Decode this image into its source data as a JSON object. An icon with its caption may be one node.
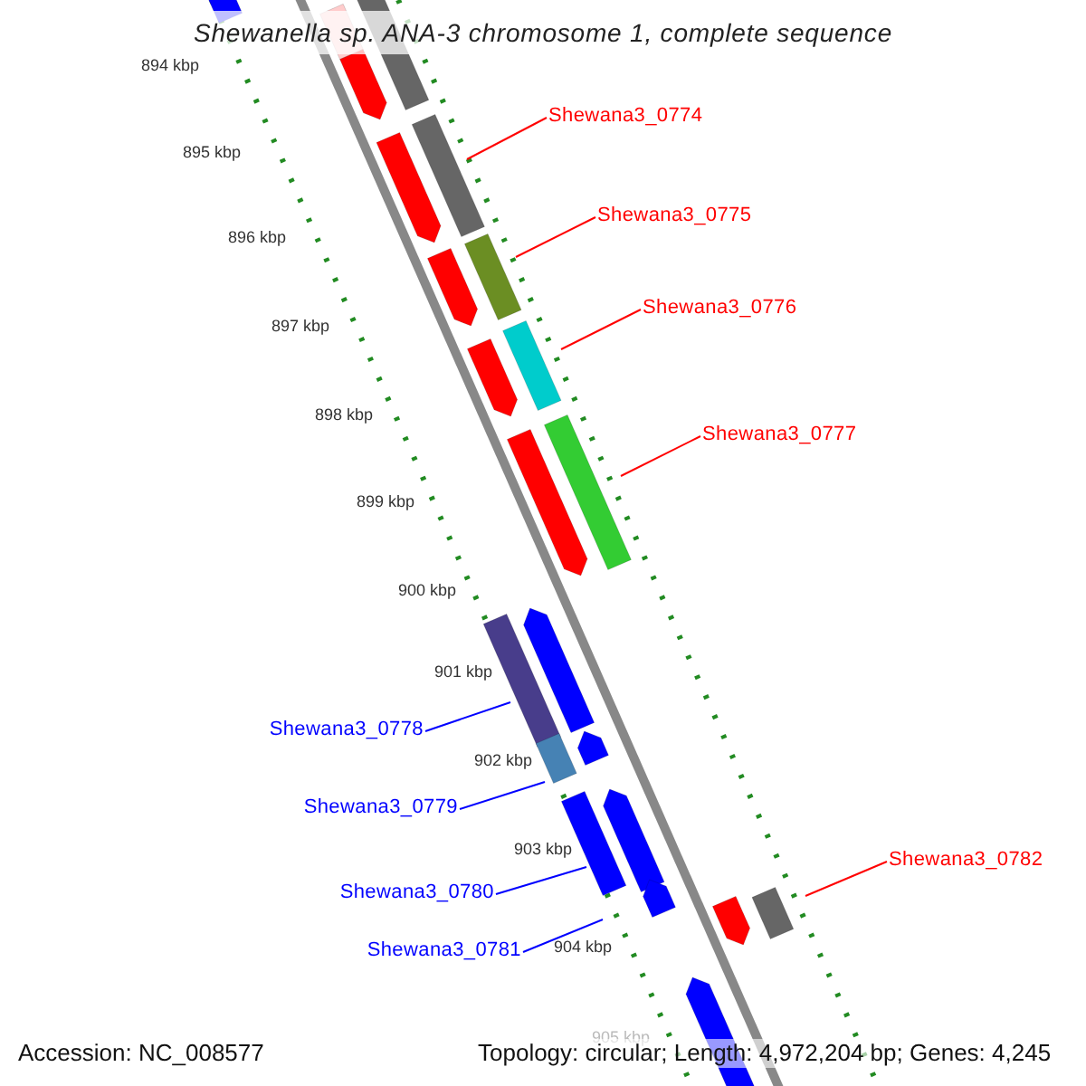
{
  "diagram": {
    "title": "Shewanella sp. ANA-3 chromosome 1, complete sequence",
    "nodes": [
      {
        "text": [
          "Shewana3_0774"
        ]
      },
      {
        "text": [
          "Shewana3_0775"
        ]
      },
      {
        "text": [
          "Shewana3_0776"
        ]
      },
      {
        "text": [
          "Shewana3_0777"
        ]
      },
      {
        "text": [
          "Shewana3_0778"
        ]
      },
      {
        "text": [
          "Shewana3_0779"
        ]
      },
      {
        "text": [
          "Shewana3_0780"
        ]
      },
      {
        "text": [
          "Shewana3_0781"
        ]
      },
      {
        "text": [
          "Shewana3_0782"
        ]
      }
    ],
    "edges": [
      {
        "from": 0,
        "to": null,
        "arrow": "none"
      },
      {
        "from": 1,
        "to": null,
        "arrow": "none"
      },
      {
        "from": 2,
        "to": null,
        "arrow": "none"
      },
      {
        "from": 3,
        "to": null,
        "arrow": "none"
      },
      {
        "from": 4,
        "to": null,
        "arrow": "none",
        "color": "#0000ff"
      },
      {
        "from": 5,
        "to": null,
        "arrow": "none",
        "color": "#0000ff"
      },
      {
        "from": 6,
        "to": null,
        "arrow": "none",
        "color": "#0000ff"
      },
      {
        "from": 7,
        "to": null,
        "arrow": "none",
        "color": "#0000ff"
      },
      {
        "from": 8,
        "to": null,
        "arrow": "none"
      }
    ],
    "labels": [
      "894 kbp",
      "895 kbp",
      "896 kbp",
      "897 kbp",
      "898 kbp",
      "899 kbp",
      "900 kbp",
      "901 kbp",
      "902 kbp",
      "903 kbp",
      "904 kbp",
      "905 kbp",
      "Accession: NC_008577",
      "Topology: circular; Length: 4,972,204 bp; Genes: 4,245"
    ]
  }
}
